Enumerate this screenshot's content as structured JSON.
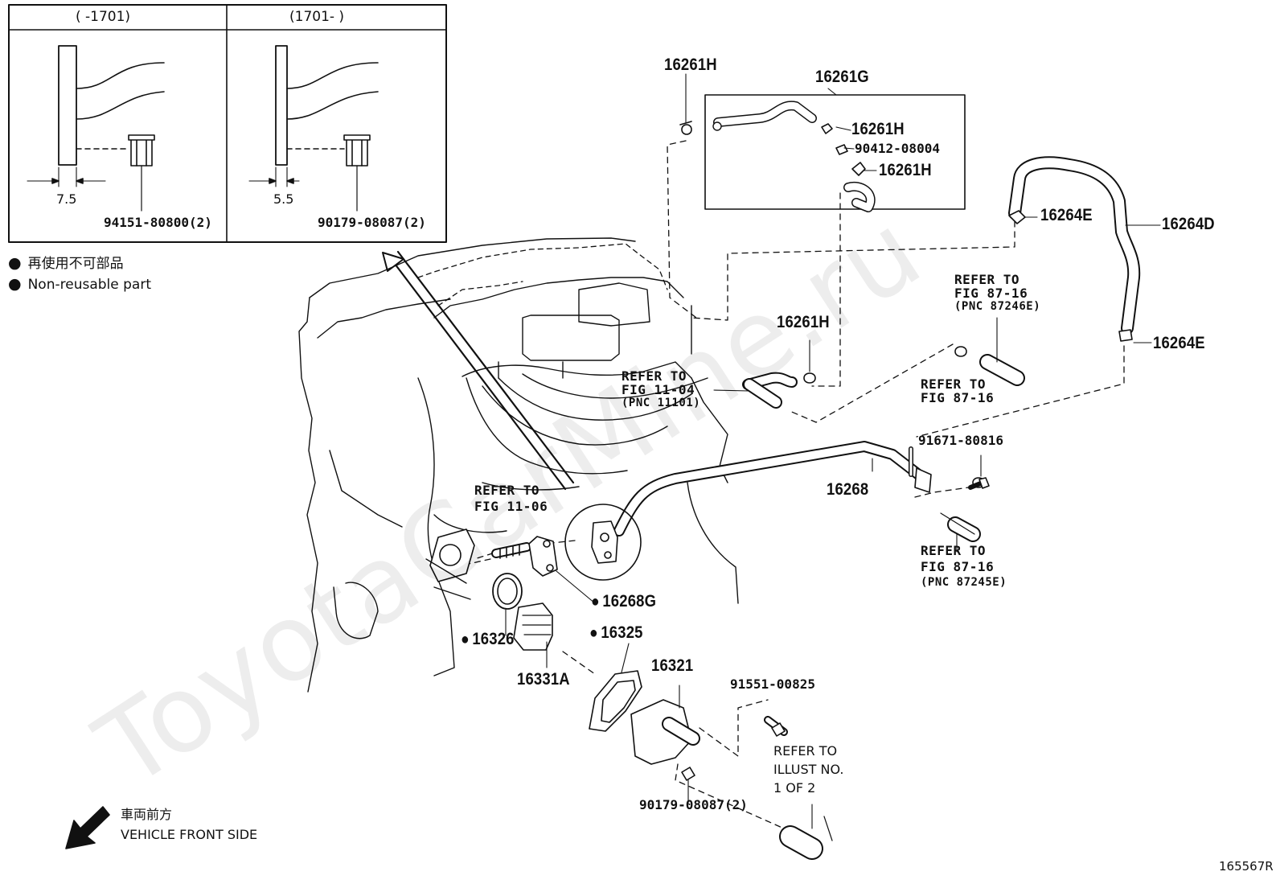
{
  "inset": {
    "left_header": "(      -1701)",
    "right_header": "(1701-      )",
    "left_dim": "7.5",
    "right_dim": "5.5",
    "left_part": "94151-80800(2)",
    "right_part": "90179-08087(2)"
  },
  "legend": {
    "bullet_icon": "filled-circle",
    "jp_text": "再使用不可部品",
    "en_text": "Non-reusable part"
  },
  "parts": {
    "p16261H_top": "16261H",
    "p16261G": "16261G",
    "p16261H_mid": "16261H",
    "p90412": "90412-08004",
    "p16261H_low": "16261H",
    "p16264E_top": "16264E",
    "p16264D": "16264D",
    "p16264E_bot": "16264E",
    "p16261H_eng": "16261H",
    "p91671": "91671-80816",
    "p16268": "16268",
    "p16268G": "16268G",
    "p16326": "16326",
    "p16325": "16325",
    "p16331A": "16331A",
    "p16321": "16321",
    "p91551": "91551-00825",
    "p90179_bot": "90179-08087(2)"
  },
  "refs": {
    "r87_16_top": [
      "REFER TO",
      "FIG 87-16",
      "(PNC 87246E)"
    ],
    "r11_04": [
      "REFER TO",
      "FIG 11-04",
      "(PNC 11101)"
    ],
    "r87_16_mid": [
      "REFER TO",
      "FIG 87-16"
    ],
    "r11_06": [
      "REFER TO",
      "FIG 11-06"
    ],
    "r87_16_low": [
      "REFER TO",
      "FIG 87-16",
      "(PNC 87245E)"
    ],
    "r_illust": [
      "REFER TO",
      "ILLUST NO.",
      "1 OF 2"
    ]
  },
  "orientation": {
    "arrow_icon": "front-arrow-icon",
    "jp_text": "車両前方",
    "en_text": "VEHICLE FRONT SIDE"
  },
  "watermark": "ToyotaCarMine.ru",
  "figure_id": "165567R"
}
